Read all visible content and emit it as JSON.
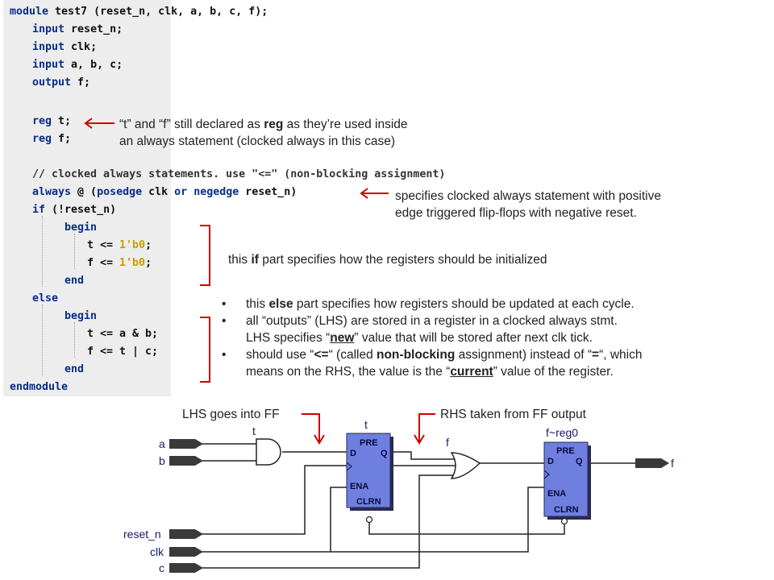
{
  "code": {
    "lines": [
      {
        "indent": 0,
        "parts": [
          [
            "kw",
            "module "
          ],
          [
            "",
            "test7 (reset_n, clk, a, b, c, f);"
          ]
        ]
      },
      {
        "indent": 1,
        "parts": [
          [
            "kw",
            "input "
          ],
          [
            "",
            "reset_n;"
          ]
        ]
      },
      {
        "indent": 1,
        "parts": [
          [
            "kw",
            "input "
          ],
          [
            "",
            "clk;"
          ]
        ]
      },
      {
        "indent": 1,
        "parts": [
          [
            "kw",
            "input "
          ],
          [
            "",
            "a, b, c;"
          ]
        ]
      },
      {
        "indent": 1,
        "parts": [
          [
            "kw",
            "output "
          ],
          [
            "",
            "f;"
          ]
        ]
      },
      {
        "indent": 1,
        "parts": []
      },
      {
        "indent": 1,
        "parts": [
          [
            "kw",
            "reg "
          ],
          [
            "",
            "t;"
          ]
        ]
      },
      {
        "indent": 1,
        "parts": [
          [
            "kw",
            "reg "
          ],
          [
            "",
            "f;"
          ]
        ]
      },
      {
        "indent": 1,
        "parts": []
      },
      {
        "indent": 1,
        "parts": [
          [
            "cm",
            "// clocked always statements. use \"<=\" (non-blocking assignment)"
          ]
        ]
      },
      {
        "indent": 1,
        "parts": [
          [
            "kw",
            "always "
          ],
          [
            "",
            "@ ("
          ],
          [
            "kw",
            "posedge "
          ],
          [
            "",
            "clk "
          ],
          [
            "kw",
            "or "
          ],
          [
            "kw",
            "negedge "
          ],
          [
            "",
            "reset_n)"
          ]
        ]
      },
      {
        "indent": 1,
        "parts": [
          [
            "kw",
            "if "
          ],
          [
            "",
            "(!reset_n)"
          ]
        ]
      },
      {
        "indent": 2,
        "parts": [
          [
            "kw",
            "begin"
          ]
        ]
      },
      {
        "indent": 3,
        "parts": [
          [
            "",
            "t <= "
          ],
          [
            "num",
            "1'b0"
          ],
          [
            "",
            ";"
          ]
        ]
      },
      {
        "indent": 3,
        "parts": [
          [
            "",
            "f <= "
          ],
          [
            "num",
            "1'b0"
          ],
          [
            "",
            ";"
          ]
        ]
      },
      {
        "indent": 2,
        "parts": [
          [
            "kw",
            "end"
          ]
        ]
      },
      {
        "indent": 1,
        "parts": [
          [
            "kw",
            "else"
          ]
        ]
      },
      {
        "indent": 2,
        "parts": [
          [
            "kw",
            "begin"
          ]
        ]
      },
      {
        "indent": 3,
        "parts": [
          [
            "",
            "t <= a & b;"
          ]
        ]
      },
      {
        "indent": 3,
        "parts": [
          [
            "",
            "f <= t | c;"
          ]
        ]
      },
      {
        "indent": 2,
        "parts": [
          [
            "kw",
            "end"
          ]
        ]
      },
      {
        "indent": 0,
        "parts": [
          [
            "kw",
            "endmodule"
          ]
        ]
      }
    ]
  },
  "notes": {
    "reg_note_1": "“t” and “f” still declared as ",
    "reg_note_1b": "reg",
    "reg_note_1c": " as they’re used inside",
    "reg_note_2": "an always statement (clocked always in this case)",
    "always_note_1": "specifies clocked always statement with positive",
    "always_note_2": "edge triggered flip-flops with negative reset.",
    "if_note_a": "this ",
    "if_note_b": "if",
    "if_note_c": " part specifies how the registers should be initialized",
    "bullet1_a": "this ",
    "bullet1_b": "else",
    "bullet1_c": " part specifies how registers should be updated at each cycle.",
    "bullet2_a": "all “outputs” (LHS) are stored in a register in a clocked always stmt.",
    "bullet2_b1": "LHS specifies “",
    "bullet2_b2": "new",
    "bullet2_b3": "” value that will be stored after next clk tick.",
    "bullet3_a1": "should use “",
    "bullet3_a2": "<=",
    "bullet3_a3": "“ (called ",
    "bullet3_a4": "non-blocking",
    "bullet3_a5": " assignment) instead of “",
    "bullet3_a6": "=",
    "bullet3_a7": "“, which",
    "bullet3_b1": "means on the RHS, the value is the “",
    "bullet3_b2": "current",
    "bullet3_b3": "” value of the register.",
    "lhs_caption": "LHS goes into FF",
    "rhs_caption": "RHS taken from FF output"
  },
  "schematic": {
    "pins": {
      "a": "a",
      "b": "b",
      "reset_n": "reset_n",
      "clk": "clk",
      "c": "c",
      "f": "f"
    },
    "wire_t": "t",
    "wire_f": "f",
    "reg_t": "t",
    "reg_f": "f~reg0",
    "ff_pre": "PRE",
    "ff_d": "D",
    "ff_q": "Q",
    "ff_ena": "ENA",
    "ff_clrn": "CLRN"
  },
  "colors": {
    "keyword": "#0a2d8a",
    "number": "#c9a000",
    "bracket": "#cc0000",
    "ff_fill": "#6f7fe0",
    "pin_fill": "#3a3a3a"
  }
}
